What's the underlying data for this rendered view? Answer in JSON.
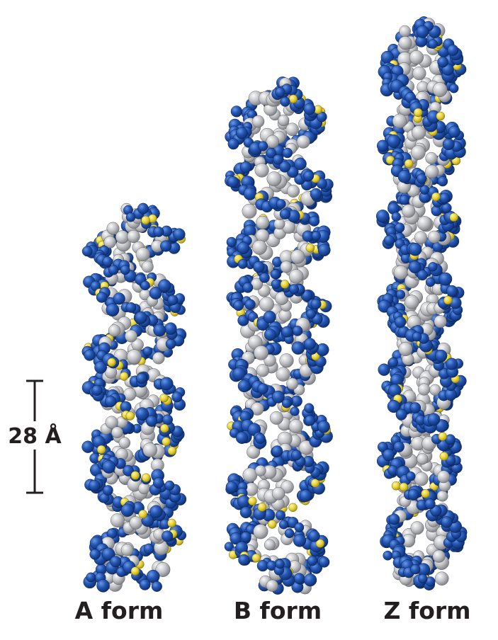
{
  "scale_bar": {
    "label": "28 Å"
  },
  "helices": [
    {
      "id": "a",
      "label": "A form",
      "style": "a"
    },
    {
      "id": "b",
      "label": "B form",
      "style": "b"
    },
    {
      "id": "z",
      "label": "Z form",
      "style": "z"
    }
  ],
  "colors": {
    "backbone": "#1f4fa8",
    "backbone_highlight": "#4f7fd6",
    "backbone_shadow": "#0e2e6e",
    "phosphorus": "#e8d23a",
    "base_pair": "#bdbec2",
    "base_pair_highlight": "#f2f2f4",
    "base_pair_shadow": "#7c7d82",
    "label_text": "#231f20"
  }
}
